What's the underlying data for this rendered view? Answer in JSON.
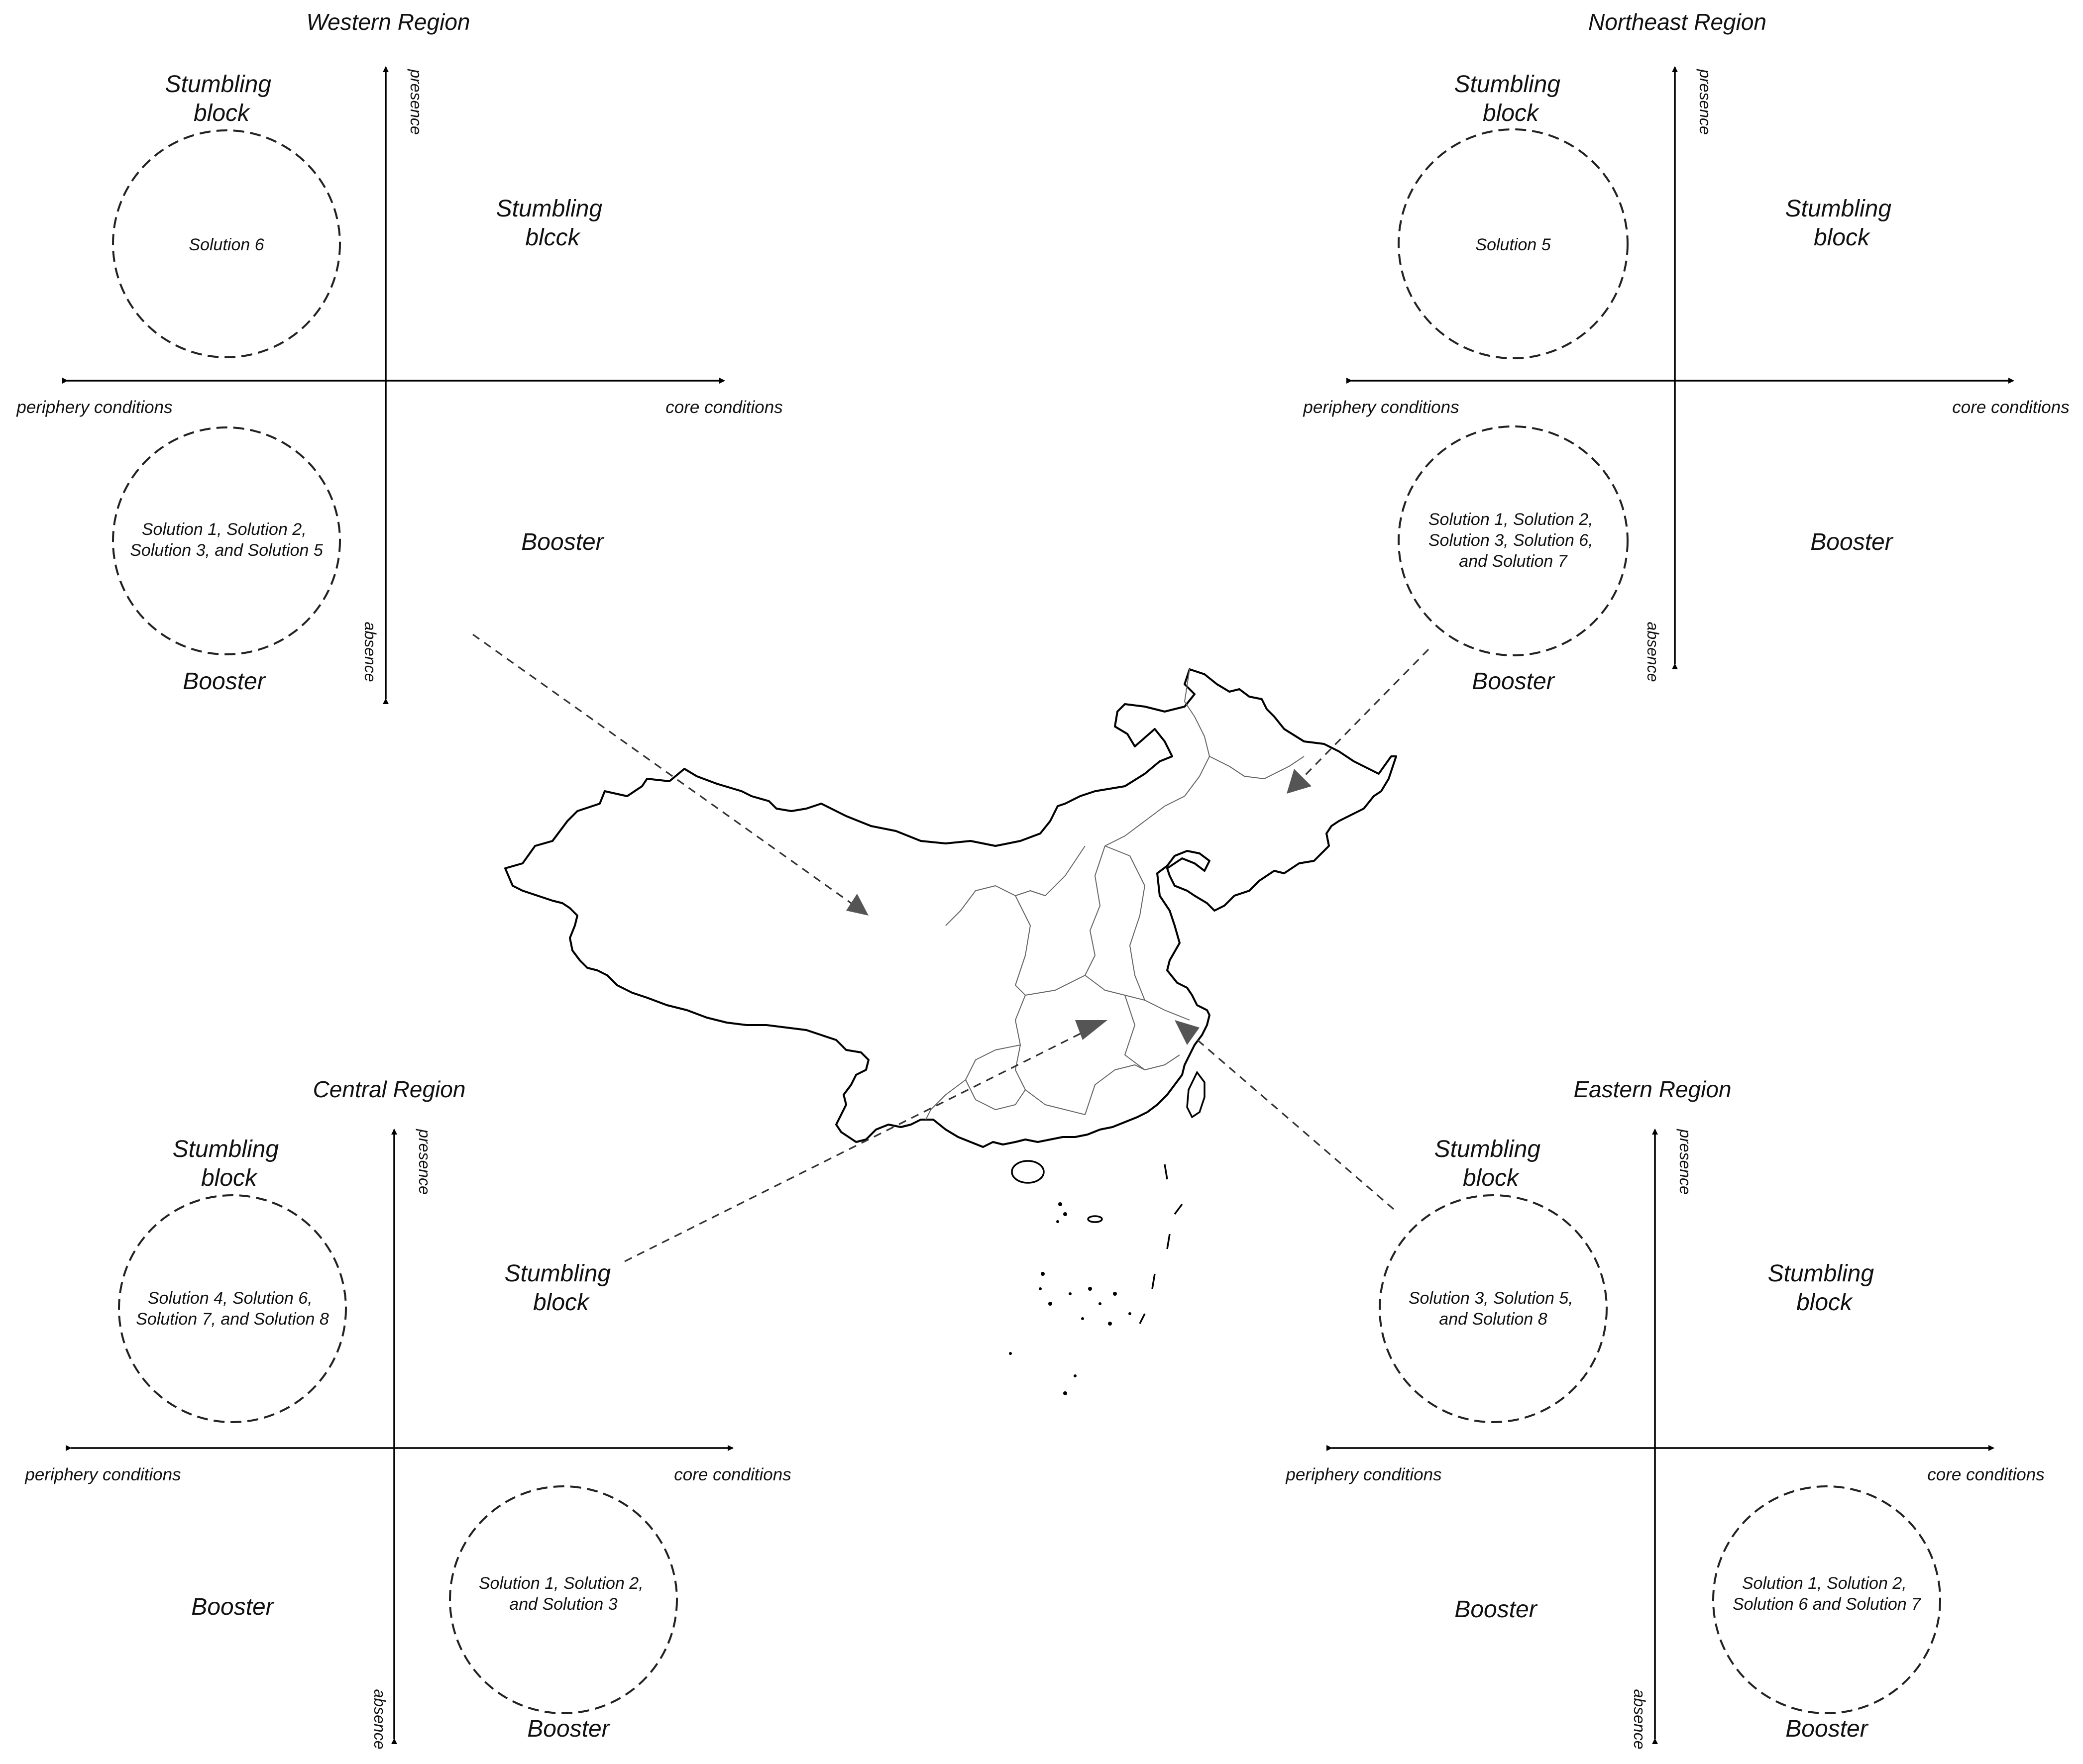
{
  "panels": {
    "western": {
      "title": "Western Region",
      "axis": {
        "presence": "presence",
        "absence": "absence",
        "periphery": "periphery conditions",
        "core": "core conditions"
      },
      "q_upper_left": [
        "Stumbling",
        "block"
      ],
      "q_upper_right": [
        "Stumbling",
        "blcck"
      ],
      "q_lower_right": [
        "Booster"
      ],
      "q_lower_left": [
        "Booster"
      ],
      "circle_upper": [
        "Solution 6"
      ],
      "circle_lower": [
        "Solution 1, Solution 2,",
        "Solution 3, and Solution 5"
      ]
    },
    "northeast": {
      "title": "Northeast Region",
      "axis": {
        "presence": "presence",
        "absence": "absence",
        "periphery": "periphery conditions",
        "core": "core conditions"
      },
      "q_upper_left": [
        "Stumbling",
        "block"
      ],
      "q_upper_right": [
        "Stumbling",
        "block"
      ],
      "q_lower_right": [
        "Booster"
      ],
      "q_lower_left": [
        "Booster"
      ],
      "circle_upper": [
        "Solution 5"
      ],
      "circle_lower": [
        "Solution 1, Solution 2,",
        "Solution 3, Solution 6,",
        "and Solution 7"
      ]
    },
    "central": {
      "title": "Central Region",
      "axis": {
        "presence": "presence",
        "absence": "absence",
        "periphery": "periphery conditions",
        "core": "core conditions"
      },
      "q_upper_left": [
        "Stumbling",
        "block"
      ],
      "q_upper_right": [
        "Stumbling",
        "block"
      ],
      "q_lower_left": [
        "Booster"
      ],
      "q_lower_right": [
        "Booster"
      ],
      "circle_upper": [
        "Solution 4, Solution 6,",
        "Solution 7, and Solution 8"
      ],
      "circle_lower": [
        "Solution 1, Solution 2,",
        "and Solution 3"
      ]
    },
    "eastern": {
      "title": "Eastern Region",
      "axis": {
        "presence": "presence",
        "absence": "absence",
        "periphery": "periphery conditions",
        "core": "core conditions"
      },
      "q_upper_left": [
        "Stumbling",
        "block"
      ],
      "q_upper_right": [
        "Stumbling",
        "block"
      ],
      "q_lower_left": [
        "Booster"
      ],
      "q_lower_right": [
        "Booster"
      ],
      "circle_upper": [
        "Solution 3, Solution 5,",
        "and Solution 8"
      ],
      "circle_lower": [
        "Solution 1, Solution 2,",
        "Solution 6 and Solution 7"
      ]
    }
  }
}
